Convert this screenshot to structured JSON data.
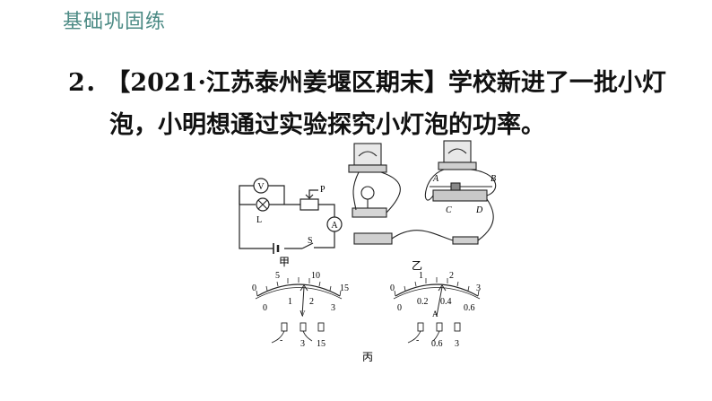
{
  "header": {
    "title": "基础巩固练"
  },
  "question": {
    "number": "2．",
    "line1": "【2021·江苏泰州姜堰区期末】学校新进了一批小灯",
    "line2": "泡，小明想通过实验探究小灯泡的功率。"
  },
  "figure": {
    "jia_label": "甲",
    "yi_label": "乙",
    "bing_label": "丙",
    "circuit": {
      "V": "V",
      "A": "A",
      "L": "L",
      "P": "P",
      "S": "S"
    },
    "rheostat": {
      "A": "A",
      "B": "B",
      "C": "C",
      "D": "D"
    },
    "voltmeter": {
      "outer_ticks": [
        "0",
        "5",
        "10",
        "15"
      ],
      "inner_ticks": [
        "0",
        "1",
        "2",
        "3"
      ],
      "unit": "V",
      "terminals": [
        "-",
        "3",
        "15"
      ]
    },
    "ammeter": {
      "outer_ticks": [
        "0",
        "1",
        "2",
        "3"
      ],
      "inner_ticks": [
        "0",
        "0.2",
        "0.4",
        "0.6"
      ],
      "unit": "A",
      "terminals": [
        "-",
        "0.6",
        "3"
      ]
    }
  }
}
